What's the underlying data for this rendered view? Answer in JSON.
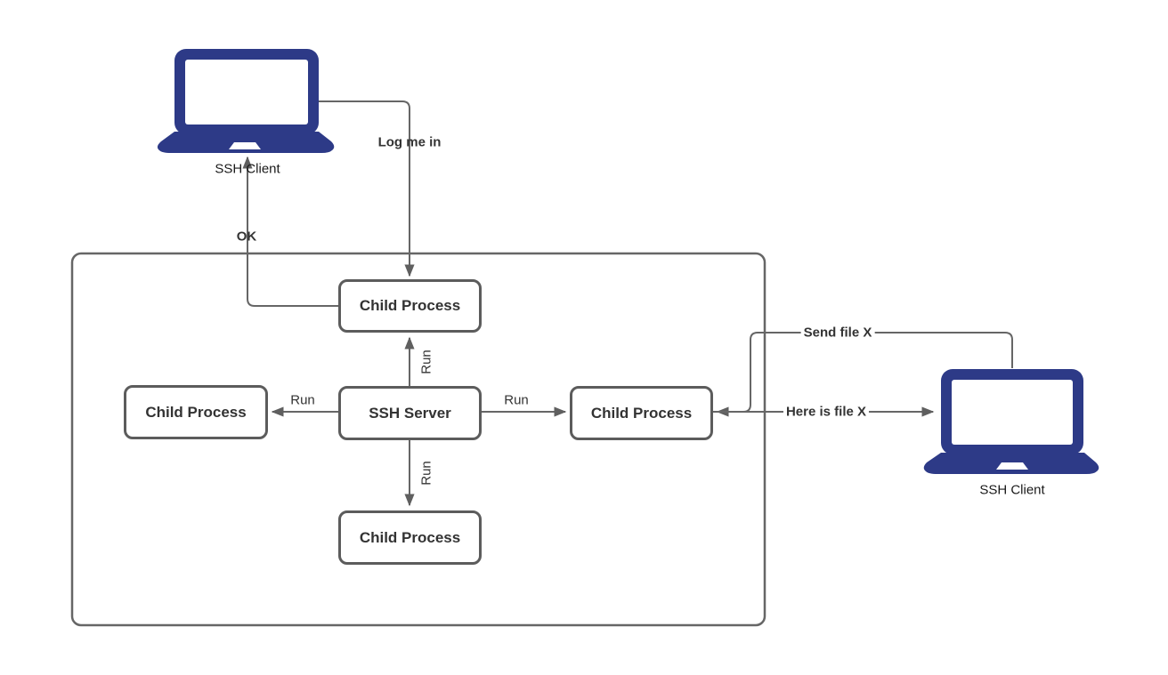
{
  "diagram": {
    "nodes": {
      "client_left": {
        "label": "SSH Client"
      },
      "client_right": {
        "label": "SSH Client"
      },
      "server": {
        "label": "SSH Server"
      },
      "child_top": {
        "label": "Child Process"
      },
      "child_left": {
        "label": "Child Process"
      },
      "child_right": {
        "label": "Child Process"
      },
      "child_bottom": {
        "label": "Child Process"
      }
    },
    "edges": {
      "log_me_in": {
        "label": "Log me in"
      },
      "ok": {
        "label": "OK"
      },
      "run_top": {
        "label": "Run"
      },
      "run_left": {
        "label": "Run"
      },
      "run_right": {
        "label": "Run"
      },
      "run_bottom": {
        "label": "Run"
      },
      "send_file_x": {
        "label": "Send file X"
      },
      "here_is_file_x": {
        "label": "Here is file X"
      }
    },
    "colors": {
      "laptop": "#2d3a87",
      "line": "#666666",
      "box_border": "#5c5c5c",
      "label_text": "#333333"
    }
  }
}
